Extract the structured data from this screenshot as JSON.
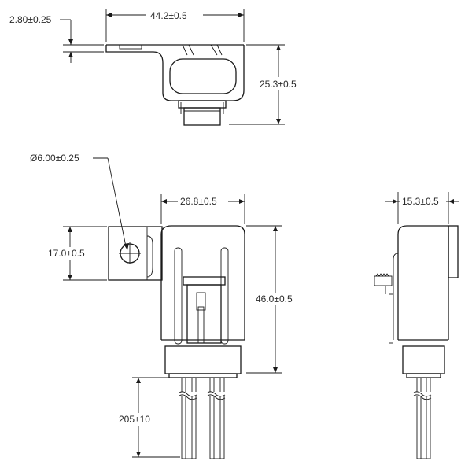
{
  "dimensions": {
    "lip_thickness": "2.80±0.25",
    "top_width": "44.2±0.5",
    "top_height": "25.3±0.5",
    "hole_diameter": "Ø6.00±0.25",
    "front_width": "26.8±0.5",
    "flange_height": "17.0±0.5",
    "front_height": "46.0±0.5",
    "lead_length": "205±10",
    "side_width": "15.3±0.5"
  }
}
